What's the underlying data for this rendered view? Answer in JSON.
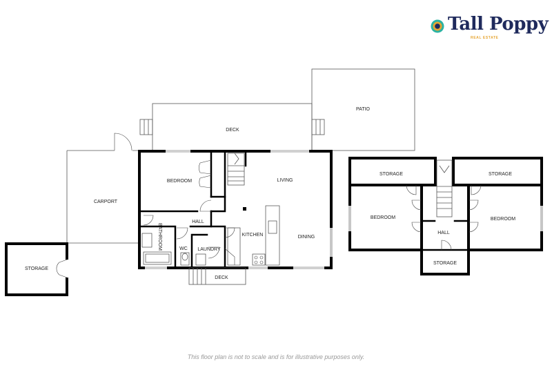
{
  "brand": {
    "name": "Tall Poppy",
    "tagline": "REAL ESTATE",
    "colors": {
      "navy": "#1f2a5c",
      "teal": "#2bb3a3",
      "gold": "#e6a532",
      "blue": "#3a4fa8"
    }
  },
  "disclaimer": "This floor plan is not to scale and is for illustrative purposes only.",
  "ground_floor": {
    "rooms": {
      "patio": "PATIO",
      "deck_upper": "DECK",
      "carport": "CARPORT",
      "storage": "STORAGE",
      "bedroom": "BEDROOM",
      "living": "LIVING",
      "hall": "HALL",
      "bathroom": "BATHROOM",
      "wc": "WC",
      "laundry": "LAUNDRY",
      "kitchen": "KITCHEN",
      "dining": "DINING",
      "deck_lower": "DECK"
    }
  },
  "upper_floor": {
    "rooms": {
      "storage_left": "STORAGE",
      "storage_right": "STORAGE",
      "bedroom_left": "BEDROOM",
      "bedroom_right": "BEDROOM",
      "hall": "HALL",
      "storage_bottom": "STORAGE"
    }
  }
}
